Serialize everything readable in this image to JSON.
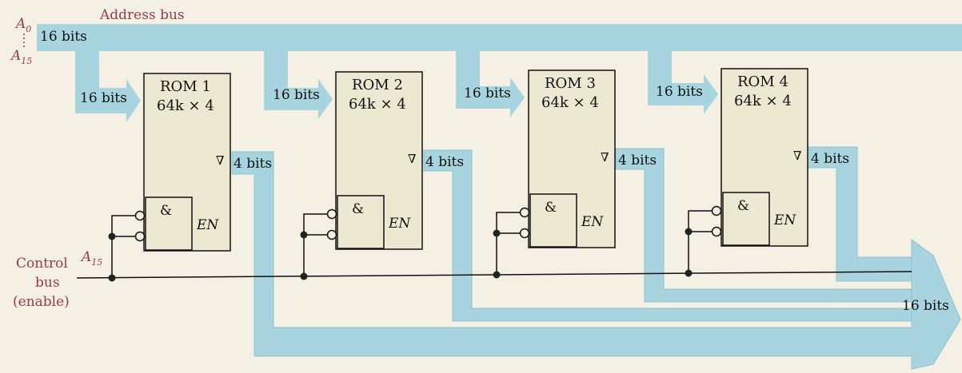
{
  "address_bus": {
    "label": "Address bus",
    "bits": "16 bits",
    "a0": "A",
    "a0_sub": "0",
    "a15": "A",
    "a15_sub": "15"
  },
  "roms": [
    {
      "name": "ROM 1",
      "size": "64k × 4",
      "in_bits": "16 bits",
      "out_bits": "4 bits",
      "gate": "&",
      "en": "EN",
      "out_symbol": "∇"
    },
    {
      "name": "ROM 2",
      "size": "64k × 4",
      "in_bits": "16 bits",
      "out_bits": "4 bits",
      "gate": "&",
      "en": "EN",
      "out_symbol": "∇"
    },
    {
      "name": "ROM 3",
      "size": "64k × 4",
      "in_bits": "16 bits",
      "out_bits": "4 bits",
      "gate": "&",
      "en": "EN",
      "out_symbol": "∇"
    },
    {
      "name": "ROM 4",
      "size": "64k × 4",
      "in_bits": "16 bits",
      "out_bits": "4 bits",
      "gate": "&",
      "en": "EN",
      "out_symbol": "∇"
    }
  ],
  "control_bus": {
    "line1": "Control",
    "line2": "bus",
    "line3": "(enable)",
    "signal": "A",
    "signal_sub": "15"
  },
  "data_out": {
    "bits": "16 bits"
  },
  "colors": {
    "bus": "#a7d4de",
    "bus_edge": "#8cc2cf",
    "box": "#ebe9d2",
    "label": "#9b3b4a",
    "paper": "#f4f0e3"
  }
}
